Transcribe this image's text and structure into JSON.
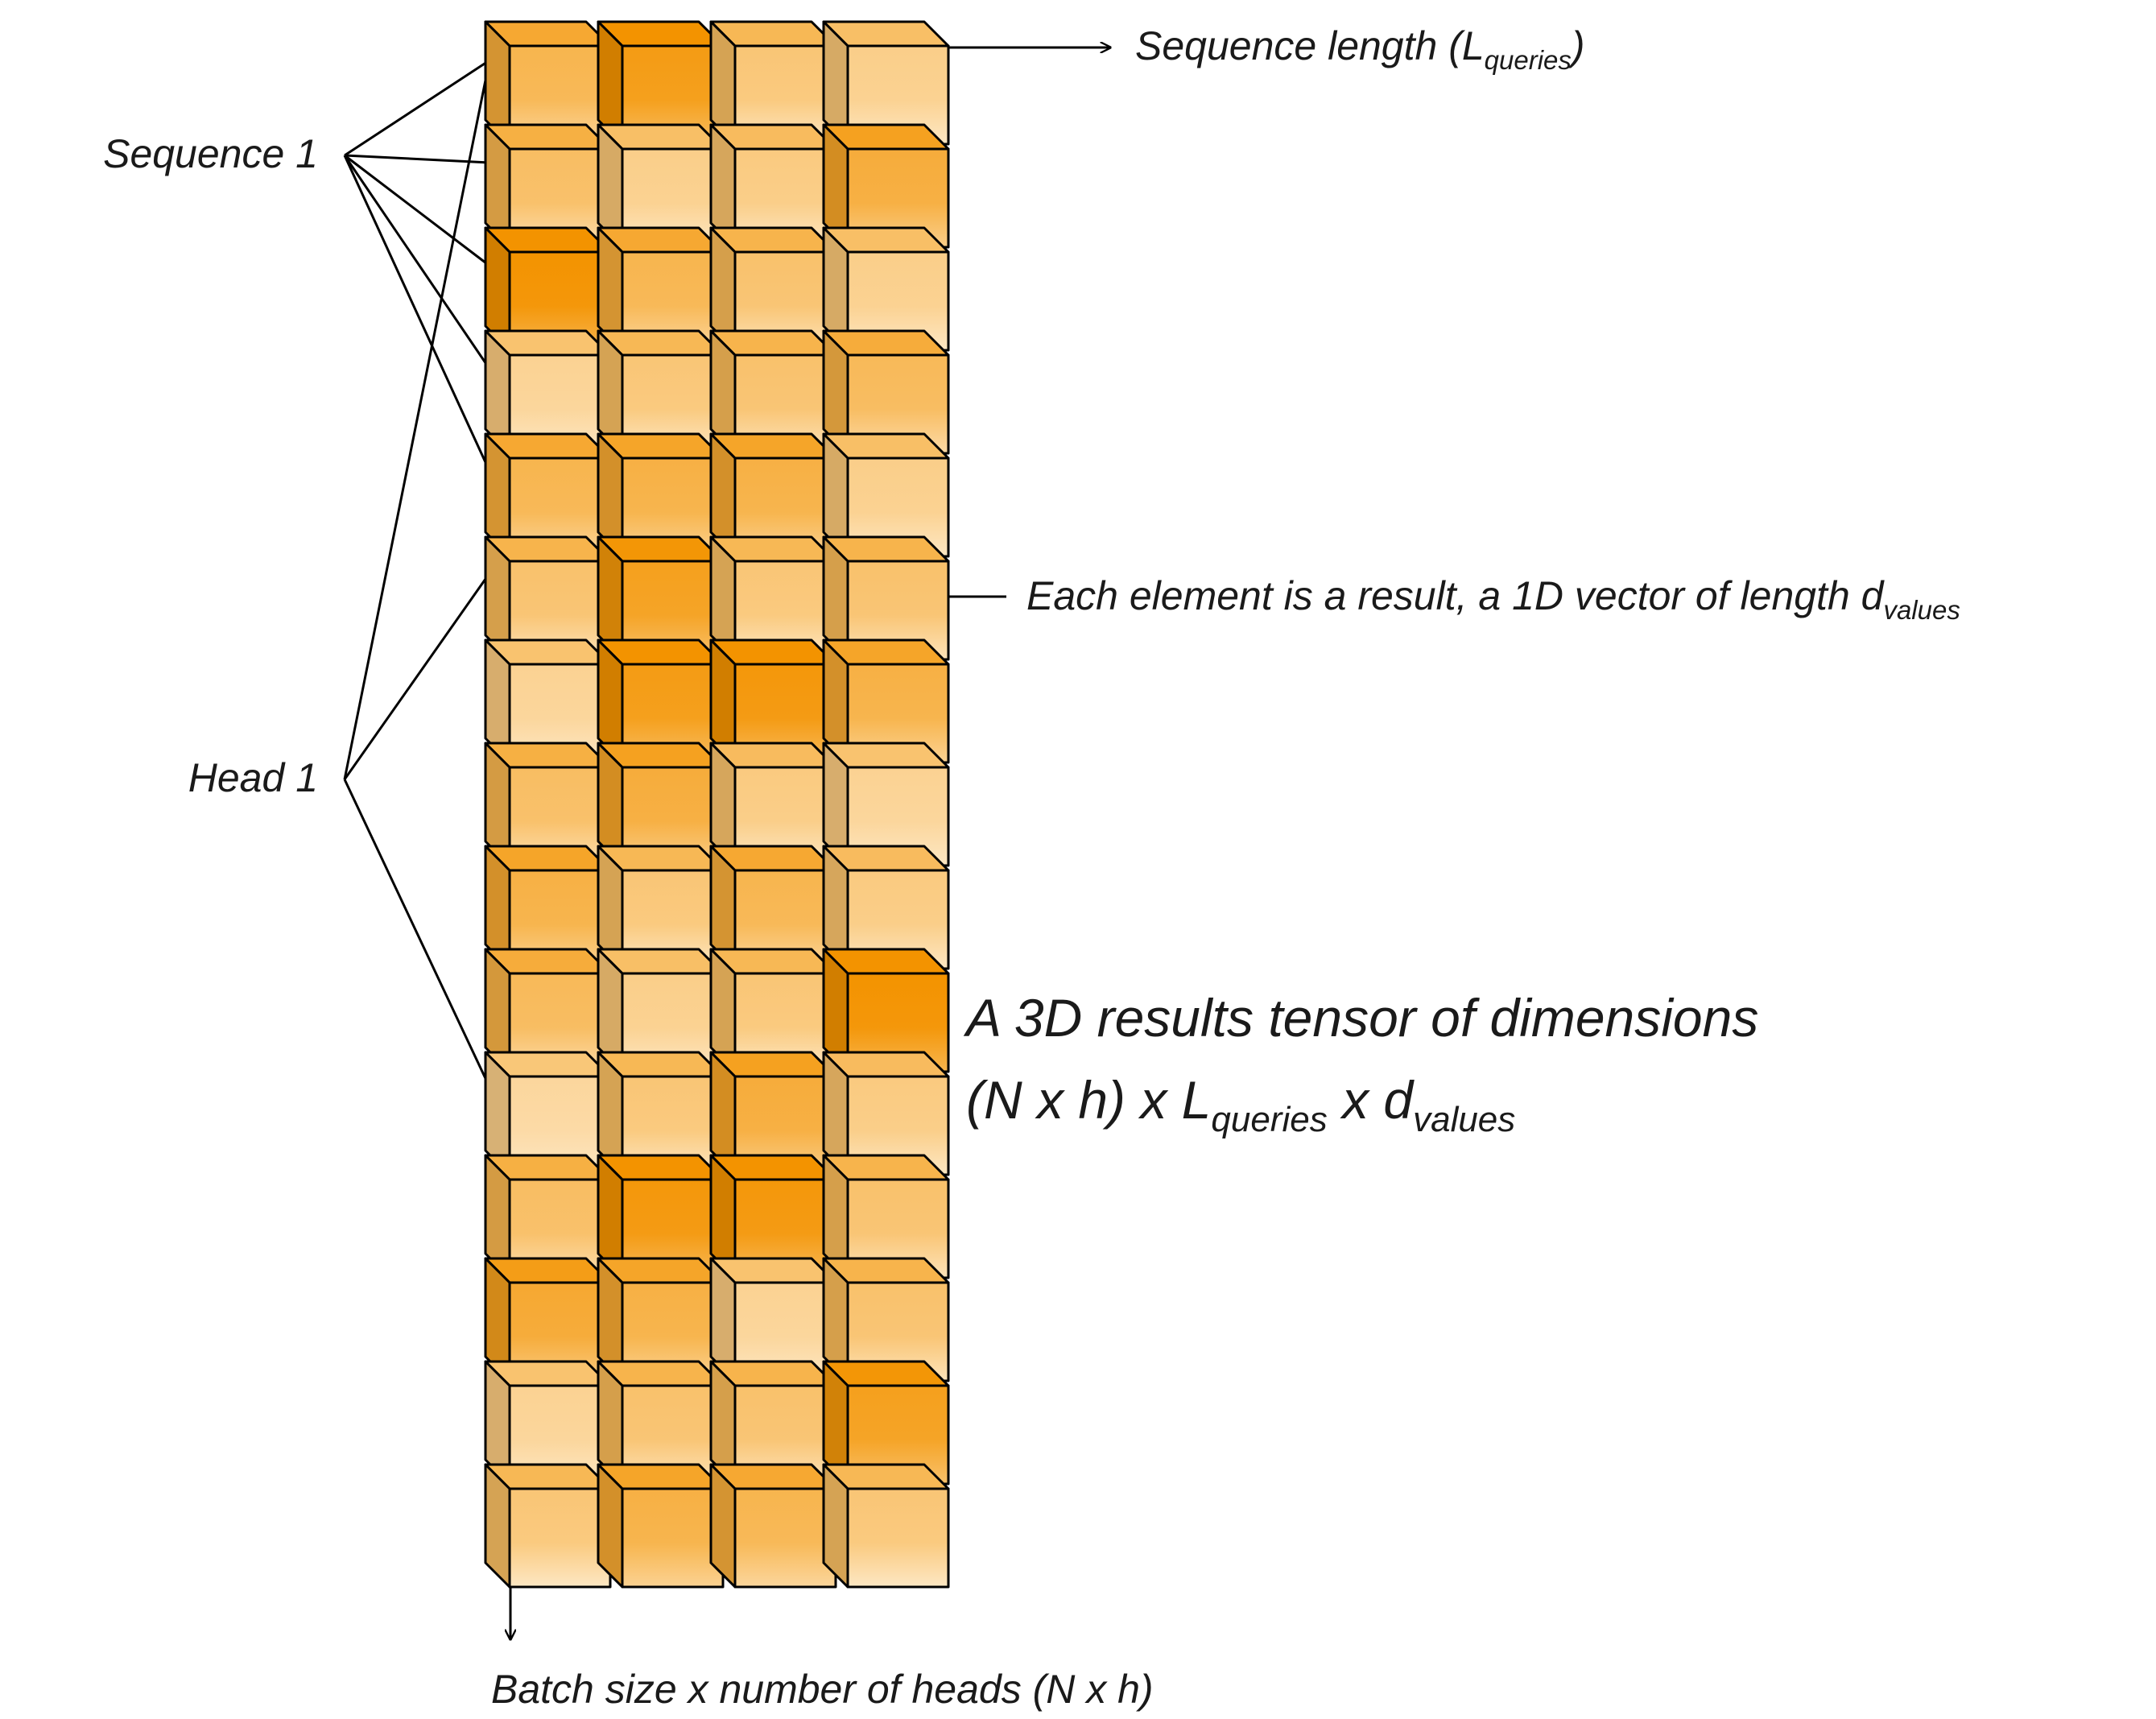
{
  "labels": {
    "sequence_axis_main": "Sequence length (L",
    "sequence_axis_sub": "queries",
    "sequence_axis_close": ")",
    "sequence_1": "Sequence 1",
    "head_1": "Head 1",
    "element_note_main": "Each element is a result, a 1D vector of length d",
    "element_note_sub": "values",
    "tensor_line1": "A 3D results tensor of dimensions",
    "tensor_line2_a": "(N x h) x L",
    "tensor_line2_sub1": "queries",
    "tensor_line2_b": " x d",
    "tensor_line2_sub2": "values",
    "batch_axis": "Batch size x number of heads (N x h)"
  },
  "grid": {
    "rows": 15,
    "cols": 4,
    "intensity": [
      [
        0.55,
        0.85,
        0.35,
        0.25
      ],
      [
        0.45,
        0.25,
        0.3,
        0.65
      ],
      [
        0.95,
        0.55,
        0.4,
        0.25
      ],
      [
        0.2,
        0.35,
        0.4,
        0.5
      ],
      [
        0.55,
        0.6,
        0.6,
        0.25
      ],
      [
        0.4,
        0.8,
        0.35,
        0.4
      ],
      [
        0.2,
        0.85,
        0.9,
        0.6
      ],
      [
        0.45,
        0.65,
        0.3,
        0.2
      ],
      [
        0.6,
        0.35,
        0.55,
        0.3
      ],
      [
        0.5,
        0.25,
        0.35,
        0.95
      ],
      [
        0.15,
        0.35,
        0.65,
        0.3
      ],
      [
        0.45,
        0.9,
        0.9,
        0.4
      ],
      [
        0.7,
        0.6,
        0.2,
        0.4
      ],
      [
        0.2,
        0.4,
        0.4,
        0.8
      ],
      [
        0.35,
        0.6,
        0.55,
        0.35
      ]
    ]
  },
  "colors": {
    "light": "#fde7c3",
    "dark": "#f39300",
    "edge": "#000000"
  }
}
